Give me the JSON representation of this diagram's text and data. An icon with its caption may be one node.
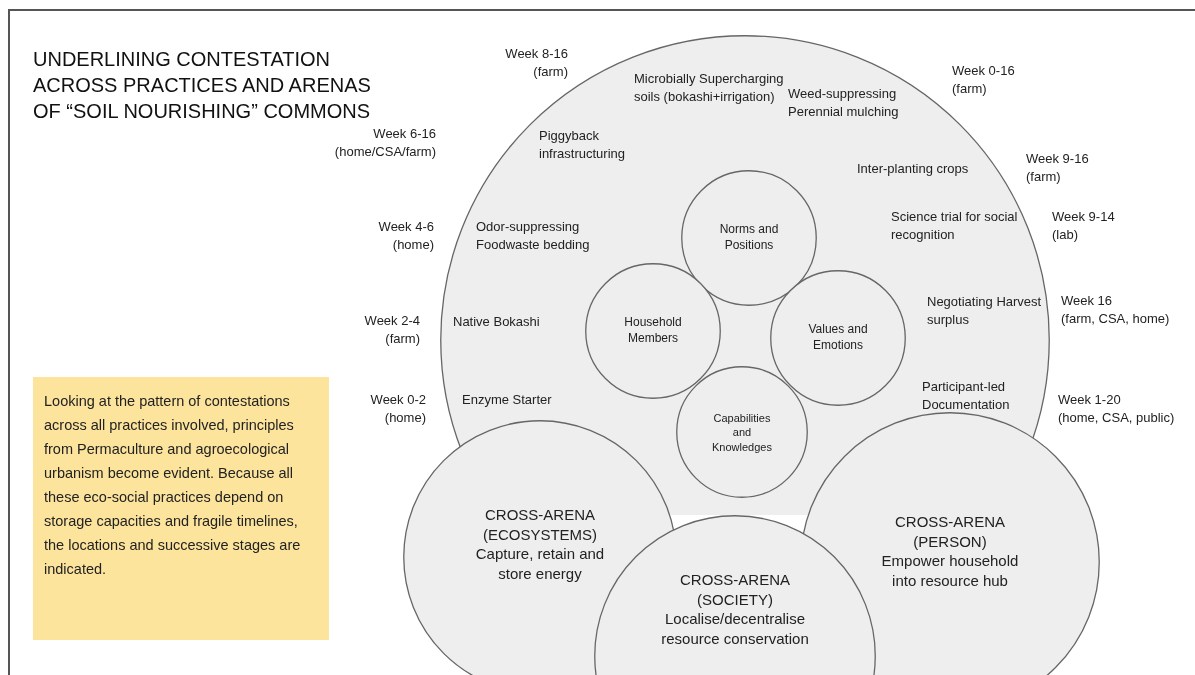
{
  "diagram": {
    "title": "UNDERLINING CONTESTATION ACROSS PRACTICES AND ARENAS OF “SOIL NOURISHING” COMMONS",
    "nodes": [
      {
        "text": [
          "Microbially Supercharging soils (bokashi+irrigation)",
          "Weed-suppressing Perennial mulching",
          "Piggyback infrastructuring",
          "Inter-planting crops",
          "Odor-suppressing Foodwaste bedding",
          "Science trial for social recognition",
          "Native Bokashi",
          "Negotiating Harvest surplus",
          "Enzyme Starter",
          "Participant-led Documentation"
        ]
      },
      {
        "text": [
          "Norms and Positions"
        ],
        "in": 0
      },
      {
        "text": [
          "Household Members"
        ],
        "in": 0
      },
      {
        "text": [
          "Values and Emotions"
        ],
        "in": 0
      },
      {
        "text": [
          "Capabilities and Knowledges"
        ],
        "in": 0
      },
      {
        "text": [
          "CROSS-ARENA (ECOSYSTEMS)",
          "Capture, retain and store energy"
        ]
      },
      {
        "text": [
          "CROSS-ARENA (SOCIETY)",
          "Localise/decentralise resource conservation"
        ]
      },
      {
        "text": [
          "CROSS-ARENA (PERSON)",
          "Empower household into resource hub"
        ]
      },
      {
        "text": [
          "Looking at the pattern of contestations across all practices involved, principles from Permaculture and agroecological urbanism become evident. Because all these eco-social practices depend on storage capacities and fragile  timelines, the locations and successive stages are indicated."
        ]
      }
    ],
    "edges": [],
    "labels": [
      "Week 8-16 (farm)",
      "Week 0-16 (farm)",
      "Week 6-16 (home/CSA/farm)",
      "Week 9-16 (farm)",
      "Week 4-6 (home)",
      "Week 9-14 (lab)",
      "Week 2-4 (farm)",
      "Week 16 (farm, CSA, home)",
      "Week 0-2 (home)",
      "Week 1-20 (home, CSA, public)"
    ]
  }
}
